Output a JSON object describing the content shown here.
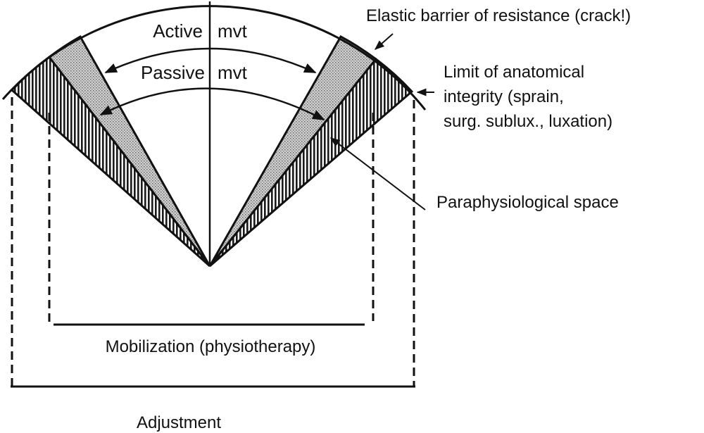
{
  "diagram": {
    "title": "Range of motion zones",
    "colors": {
      "ink": "#111111",
      "background": "#ffffff",
      "stipple": "#b9b9b9"
    },
    "center_labels": {
      "active": "Active",
      "active_suffix": "mvt",
      "passive": "Passive",
      "passive_suffix": "mvt"
    },
    "callouts": {
      "elastic_barrier": "Elastic barrier of resistance (crack!)",
      "anatomical_limit_line1": "Limit of anatomical",
      "anatomical_limit_line2": "integrity (sprain,",
      "anatomical_limit_line3": "surg. sublux., luxation)",
      "paraphysiological": "Paraphysiological space"
    },
    "brackets": {
      "mobilization": "Mobilization (physiotherapy)",
      "adjustment": "Adjustment"
    }
  }
}
